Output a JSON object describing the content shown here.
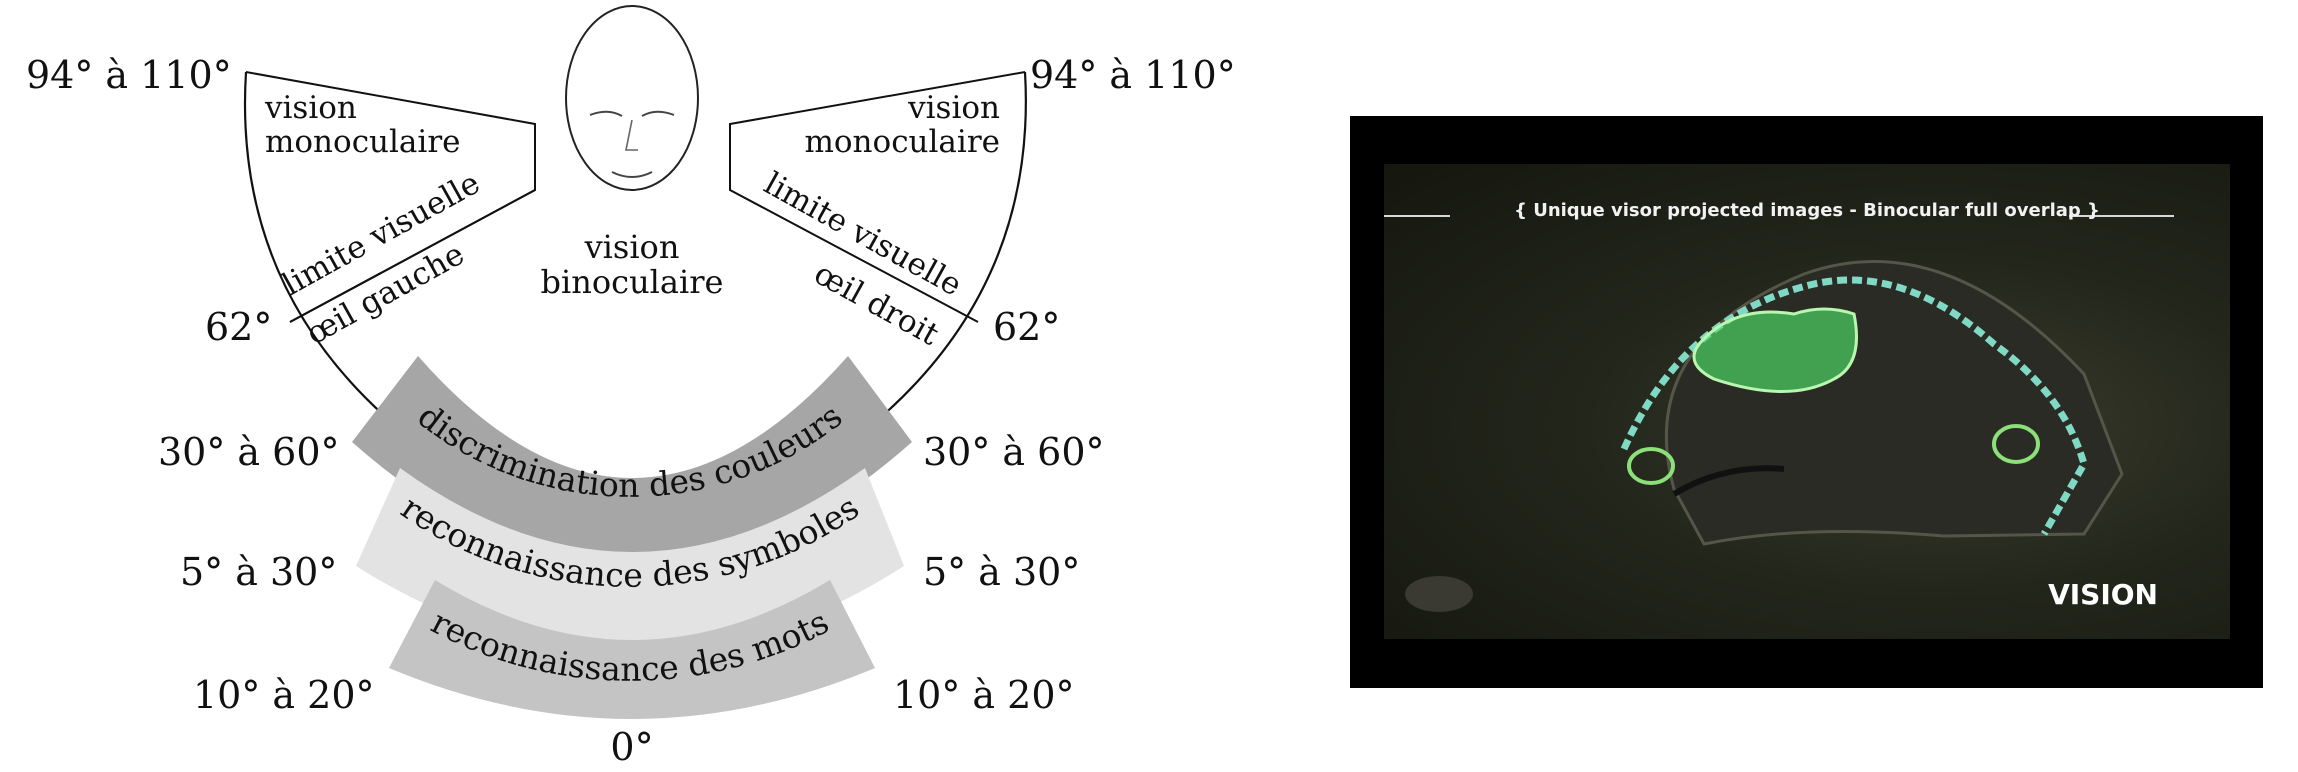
{
  "diagram": {
    "labels": {
      "mono_range": "94° à 110°",
      "vision_monoculaire_1": "vision",
      "vision_monoculaire_2": "monoculaire",
      "limite_visuelle": "limite visuelle",
      "oeil_gauche": "œil gauche",
      "oeil_droit": "œil droit",
      "vision_binoculaire_1": "vision",
      "vision_binoculaire_2": "binoculaire",
      "deg_62": "62°",
      "couleurs_range": "30° à 60°",
      "couleurs": "discrimination des couleurs",
      "symboles_range": "5° à 30°",
      "symboles": "reconnaissance des symboles",
      "mots_range": "10° à 20°",
      "mots": "reconnaissance des mots",
      "zero": "0°"
    },
    "colors": {
      "couleurs_band": "#a6a6a6",
      "symboles_band": "#e3e3e3",
      "mots_band": "#c4c4c4"
    },
    "head_icon": "head-icon"
  },
  "photo": {
    "caption": "{ Unique visor projected images - Binocular full overlap }",
    "badge": "VISION",
    "colors": {
      "outline": "#7fd9c4",
      "visor": "#4fe06a"
    }
  }
}
